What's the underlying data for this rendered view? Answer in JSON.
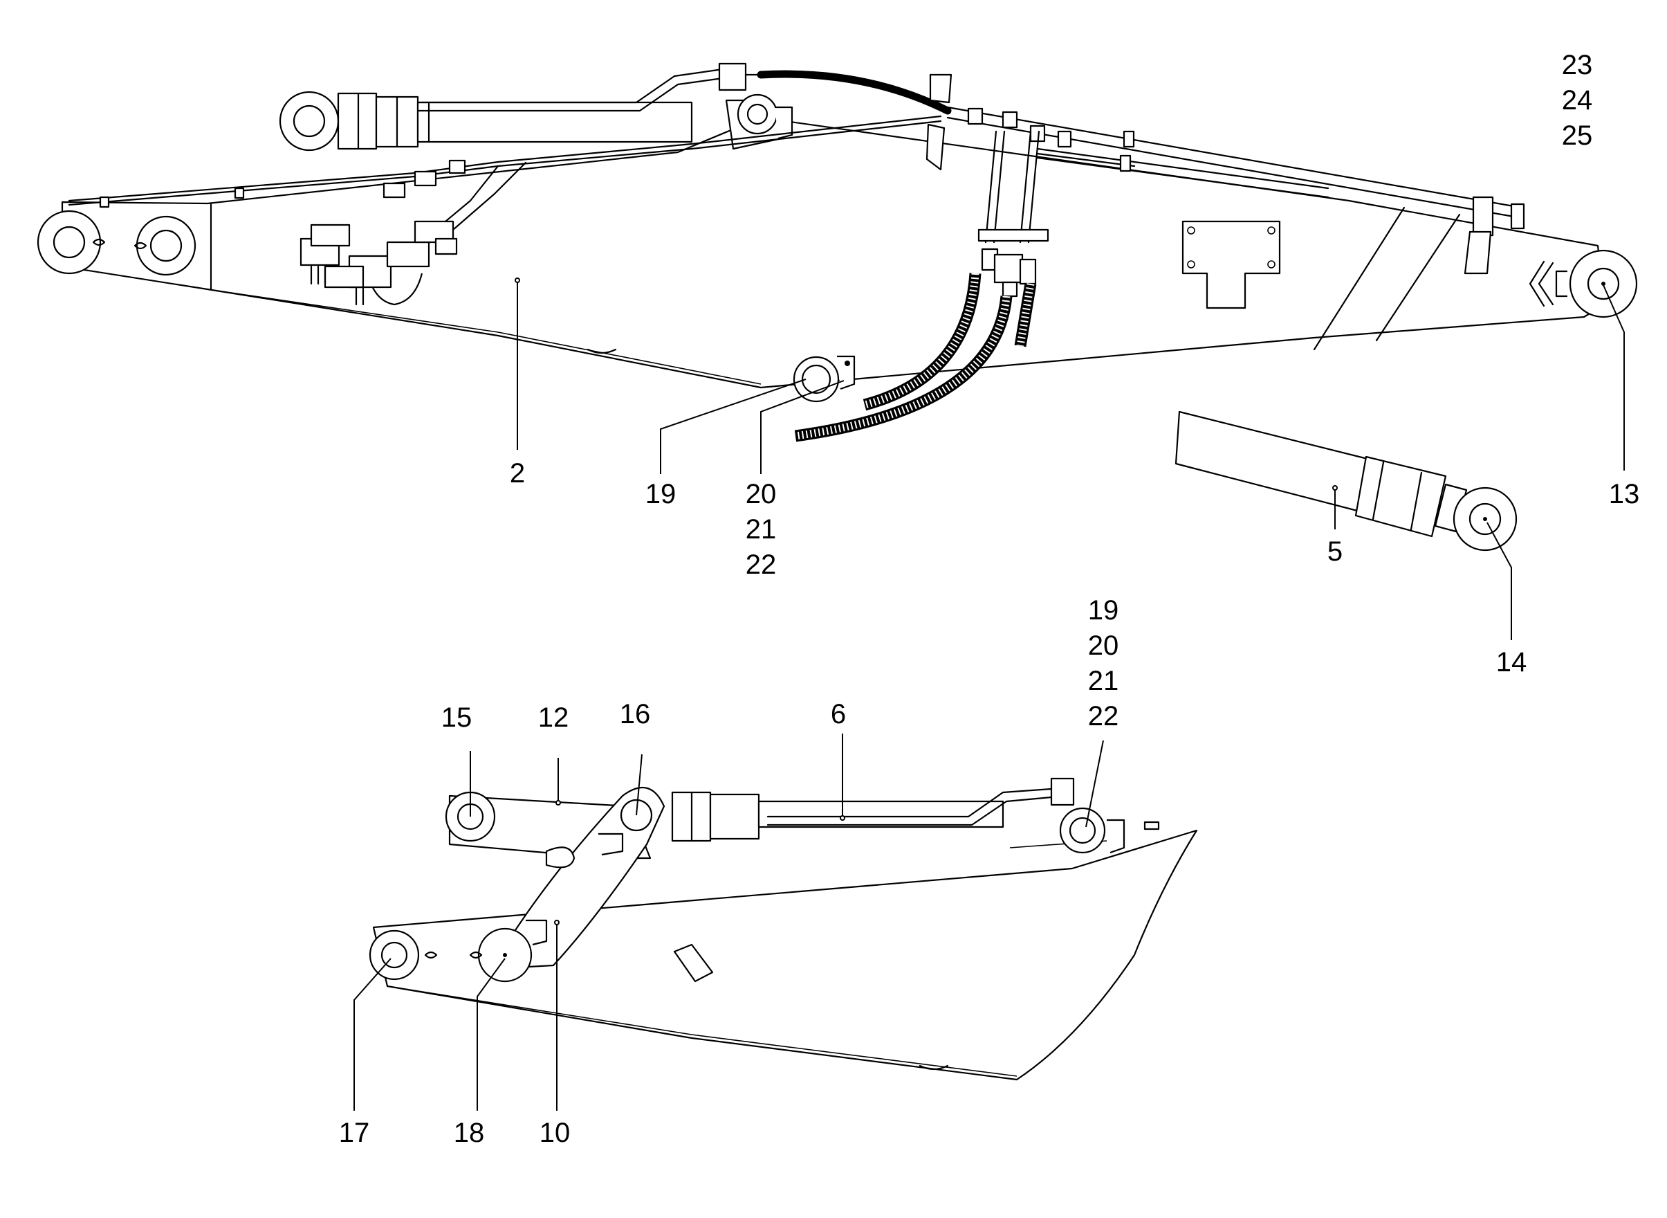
{
  "callouts": {
    "c2": "2",
    "c19a": "19",
    "c20a": "20",
    "c21a": "21",
    "c22a": "22",
    "c23": "23",
    "c24": "24",
    "c25": "25",
    "c13": "13",
    "c5": "5",
    "c14": "14",
    "c15": "15",
    "c12": "12",
    "c16": "16",
    "c6": "6",
    "c19b": "19",
    "c20b": "20",
    "c21b": "21",
    "c22b": "22",
    "c17": "17",
    "c18": "18",
    "c10": "10"
  }
}
